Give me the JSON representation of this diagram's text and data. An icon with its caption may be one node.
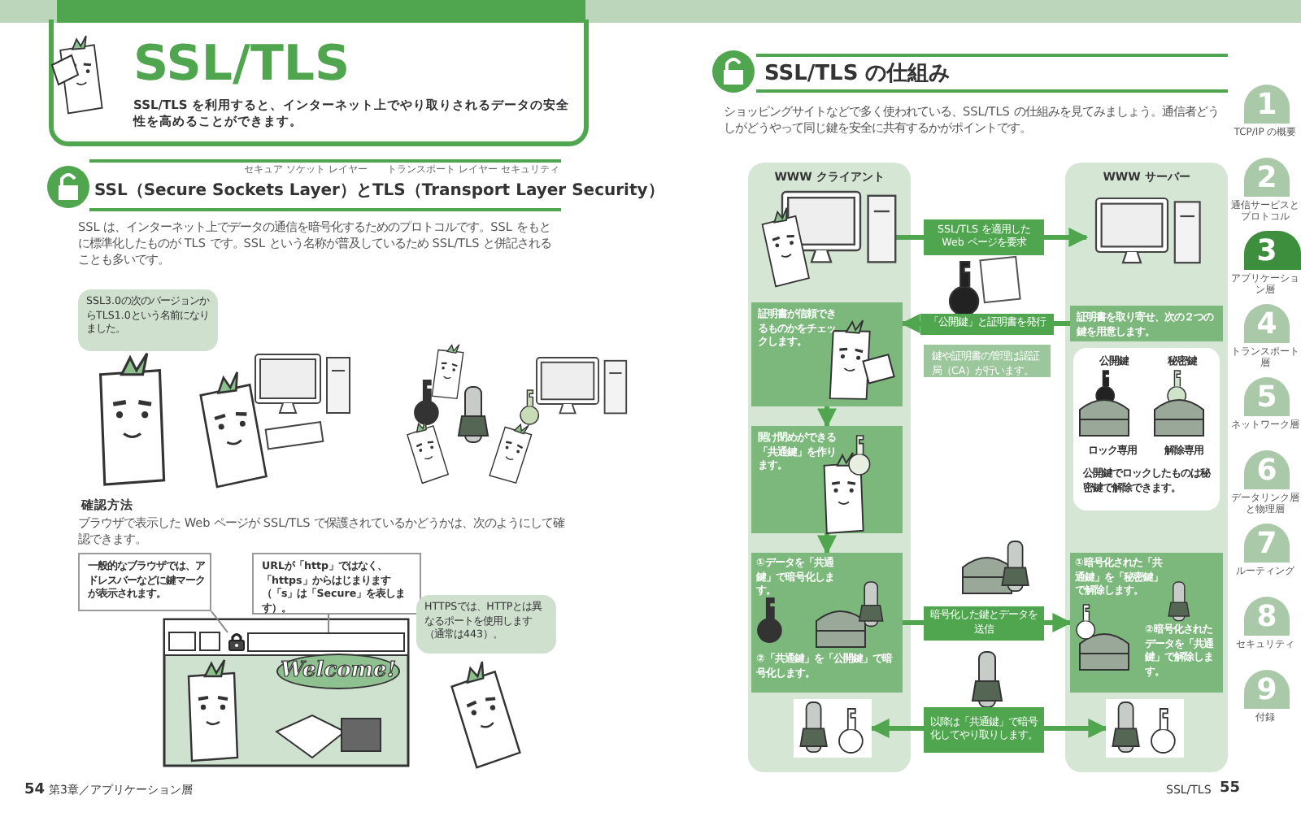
{
  "diagram": {
    "title": "SSL/TLS",
    "nodes": [
      {
        "text": [
          "WWW クライアント"
        ]
      },
      {
        "text": [],
        "shape": "picture",
        "in": 0
      },
      {
        "text": [
          "証明書が信頼できるものかをチェックします。"
        ],
        "in": 0
      },
      {
        "text": [
          "開け閉めができる「共通鍵」を作ります。"
        ],
        "in": 0
      },
      {
        "text": [
          "①データを「共通鍵」で暗号化します。",
          "②「共通鍵」を「公開鍵」で暗号化します。"
        ],
        "in": 0
      },
      {
        "text": [],
        "shape": "picture",
        "in": 0
      },
      {
        "text": [
          "WWW サーバー"
        ]
      },
      {
        "text": [],
        "shape": "picture",
        "in": 6
      },
      {
        "text": [
          "証明書を取り寄せ、次の２つの鍵を用意します。"
        ],
        "in": 6
      },
      {
        "text": [
          "公開鍵",
          "秘密鍵",
          "ロック専用",
          "解除専用",
          "公開鍵でロックしたものは秘密鍵で解除できます。"
        ],
        "in": 6
      },
      {
        "text": [
          "①暗号化された「共通鍵」を「秘密鍵」で解除します。",
          "②暗号化されたデータを「共通鍵」で解除します。"
        ],
        "in": 6
      },
      {
        "text": [],
        "shape": "picture",
        "in": 6
      },
      {
        "text": [
          "鍵や証明書の管理は認証局（CA）が行います。"
        ]
      },
      {
        "text": [
          "SSL3.0の次のバージョンからTLS1.0という名前になりました。"
        ]
      },
      {
        "text": [
          "一般的なブラウザでは、アドレスバーなどに鍵マークが表示されます。"
        ]
      },
      {
        "text": [
          "URLが「http」ではなく、「https」からはじまります（「s」は「Secure」を表します）。"
        ]
      },
      {
        "text": [],
        "shape": "picture"
      },
      {
        "text": [],
        "shape": "box"
      },
      {
        "text": [
          "Welcome!"
        ]
      },
      {
        "text": [
          "HTTPSでは、HTTPとは異なるポートを使用します（通常は443）。"
        ]
      }
    ],
    "edges": [
      {
        "from": 1,
        "to": 7,
        "arrow": "to",
        "label": "SSL/TLS を適用した Web ページを要求"
      },
      {
        "from": 8,
        "to": 2,
        "arrow": "to",
        "label": "「公開鍵」と証明書を発行"
      },
      {
        "from": 2,
        "to": 3,
        "arrow": "to"
      },
      {
        "from": 3,
        "to": 4,
        "arrow": "to"
      },
      {
        "from": 4,
        "to": 10,
        "arrow": "to",
        "label": "暗号化した鍵とデータを送信"
      },
      {
        "from": 5,
        "to": 11,
        "arrow": "both",
        "label": "以降は「共通鍵」で暗号化してやり取りします。"
      },
      {
        "from": 14,
        "to": 16,
        "arrow": "none"
      },
      {
        "from": 15,
        "to": 17,
        "arrow": "none"
      }
    ],
    "labels": [
      "SSL/TLS を利用すると、インターネット上でやり取りされるデータの安全性を高めることができます。",
      "セキュア ソケット レイヤー",
      "トランスポート レイヤー セキュリティ",
      "SSL（Secure Sockets Layer）とTLS（Transport Layer Security）",
      "SSL は、インターネット上でデータの通信を暗号化するためのプロトコルです。SSL をもとに標準化したものが TLS です。SSL という名称が普及しているため SSL/TLS と併記されることも多いです。",
      "確認方法",
      "ブラウザで表示した Web ページが SSL/TLS で保護されているかどうかは、次のようにして確認できます。",
      "54",
      "第3章／アプリケーション層",
      "SSL/TLS の仕組み",
      "ショッピングサイトなどで多く使われている、SSL/TLS の仕組みを見てみましょう。通信者どうしがどうやって同じ鍵を安全に共有するかがポイントです。",
      "1",
      "TCP/IP の概要",
      "2",
      "通信サービスとプロトコル",
      "3",
      "アプリケーション層",
      "4",
      "トランスポート層",
      "5",
      "ネットワーク層",
      "6",
      "データリンク層と物理層",
      "7",
      "ルーティング",
      "8",
      "セキュリティ",
      "9",
      "付録",
      "SSL/TLS",
      "55"
    ]
  }
}
